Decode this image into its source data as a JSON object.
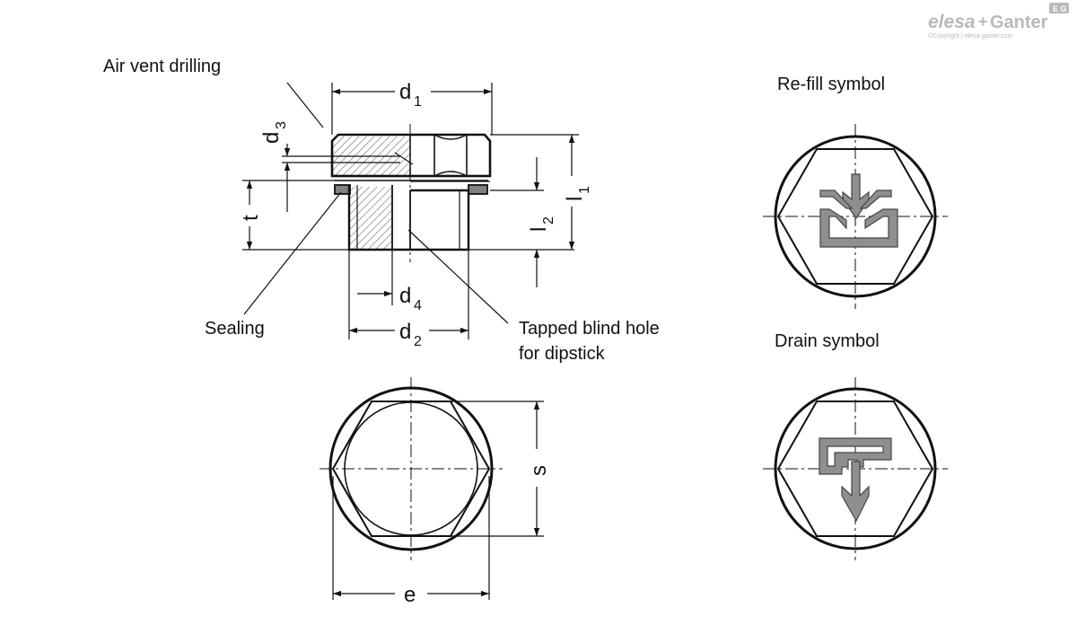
{
  "labels": {
    "air_vent": "Air vent drilling",
    "sealing": "Sealing",
    "tapped_line1": "Tapped blind hole",
    "tapped_line2": "for dipstick",
    "refill": "Re-fill symbol",
    "drain": "Drain symbol"
  },
  "dimensions": {
    "d1": {
      "base": "d",
      "sub": "1"
    },
    "d2": {
      "base": "d",
      "sub": "2"
    },
    "d3": {
      "base": "d",
      "sub": "3"
    },
    "d4": {
      "base": "d",
      "sub": "4"
    },
    "l1": {
      "base": "l",
      "sub": "1"
    },
    "l2": {
      "base": "l",
      "sub": "2"
    },
    "t": "t",
    "s": "s",
    "e": "e"
  },
  "logo": {
    "brand_left": "elesa",
    "brand_plus": "+",
    "brand_right": "Ganter",
    "badge": "E G",
    "copyright": "©Copyright | elesa-ganter.com"
  },
  "colors": {
    "line": "#111111",
    "symbol_fill": "#8f8f8f",
    "seal_fill": "#808080",
    "logo": "#b9b9b9"
  }
}
